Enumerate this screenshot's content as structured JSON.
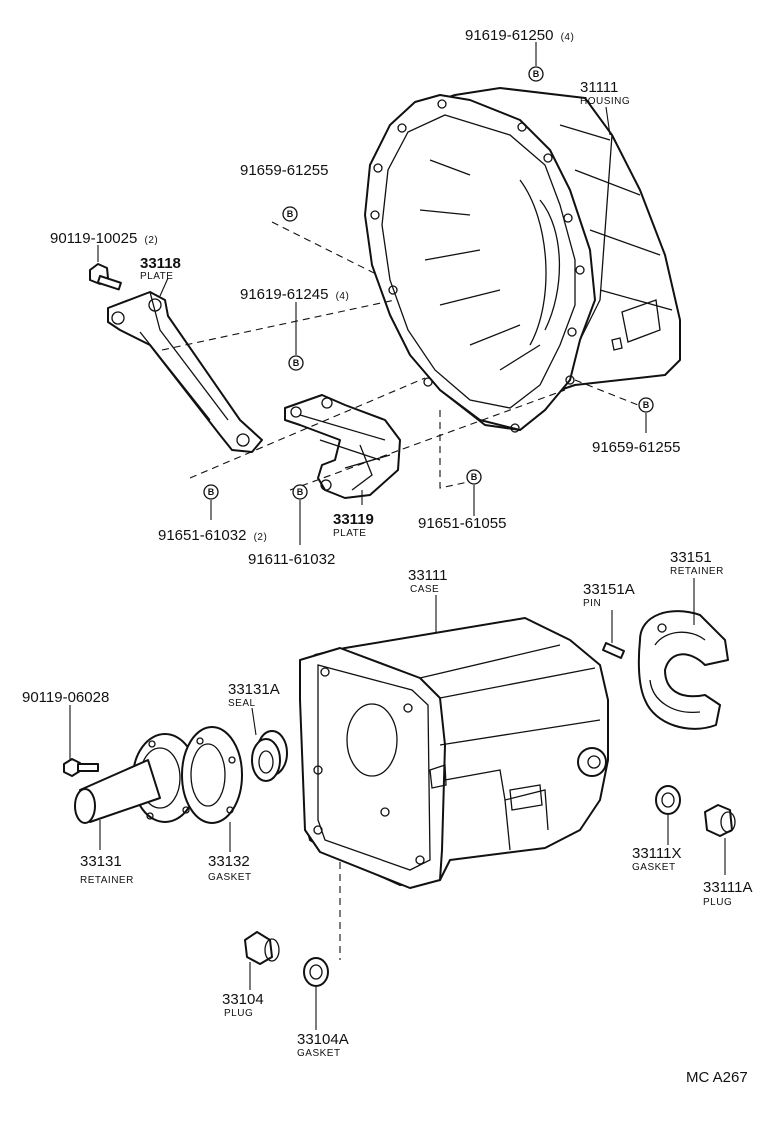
{
  "diagram_code": "MC A267",
  "bolt_marker": "B",
  "labels": [
    {
      "id": "l1",
      "number": "91619-61250",
      "qty": "(4)"
    },
    {
      "id": "l2",
      "number": "31111",
      "name": "HOUSING"
    },
    {
      "id": "l3",
      "number": "91659-61255"
    },
    {
      "id": "l4",
      "number": "90119-10025",
      "qty": "(2)"
    },
    {
      "id": "l5",
      "number": "33118",
      "name": "PLATE"
    },
    {
      "id": "l6",
      "number": "91619-61245",
      "qty": "(4)"
    },
    {
      "id": "l7",
      "number": "91659-61255"
    },
    {
      "id": "l8",
      "number": "33119",
      "name": "PLATE"
    },
    {
      "id": "l9",
      "number": "91651-61032",
      "qty": "(2)"
    },
    {
      "id": "l10",
      "number": "91611-61032"
    },
    {
      "id": "l11",
      "number": "91651-61055"
    },
    {
      "id": "l12",
      "number": "33111",
      "name": "CASE"
    },
    {
      "id": "l13",
      "number": "33151A",
      "name": "PIN"
    },
    {
      "id": "l14",
      "number": "33151",
      "name": "RETAINER"
    },
    {
      "id": "l15",
      "number": "33131A",
      "name": "SEAL"
    },
    {
      "id": "l16",
      "number": "90119-06028"
    },
    {
      "id": "l17",
      "number": "33131",
      "name": "RETAINER"
    },
    {
      "id": "l18",
      "number": "33132",
      "name": "GASKET"
    },
    {
      "id": "l19",
      "number": "33111X",
      "name": "GASKET"
    },
    {
      "id": "l20",
      "number": "33111A",
      "name": "PLUG"
    },
    {
      "id": "l21",
      "number": "33104",
      "name": "PLUG"
    },
    {
      "id": "l22",
      "number": "33104A",
      "name": "GASKET"
    }
  ]
}
